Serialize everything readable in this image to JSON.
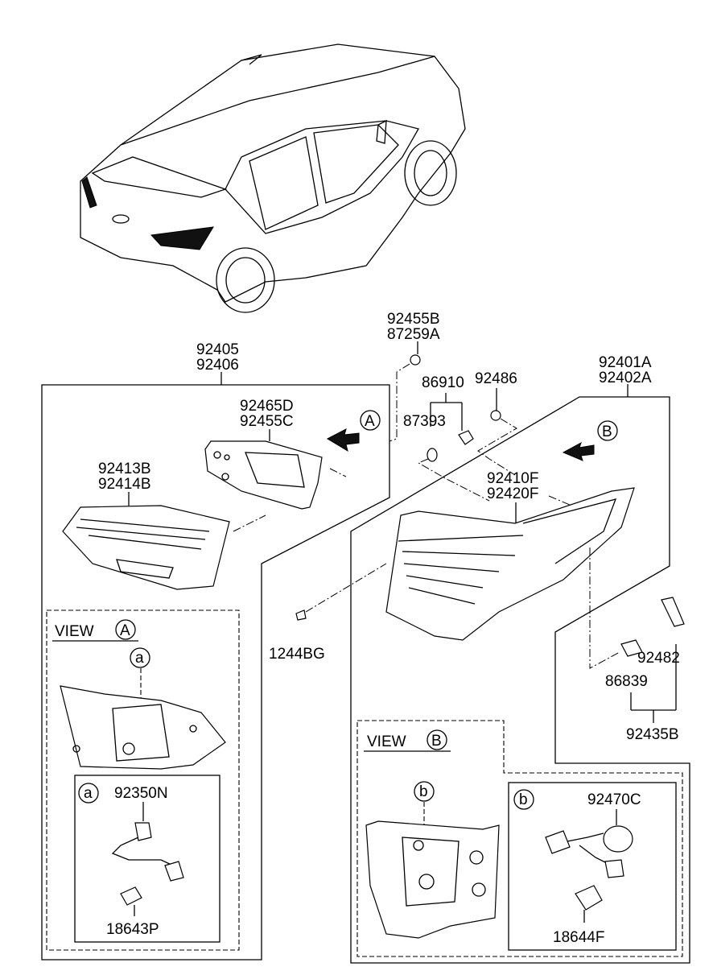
{
  "labels": {
    "p92405": "92405",
    "p92406": "92406",
    "p92455B": "92455B",
    "p87259A": "87259A",
    "p86910": "86910",
    "p92486": "92486",
    "p87393": "87393",
    "p92401A": "92401A",
    "p92402A": "92402A",
    "p92465D": "92465D",
    "p92455C": "92455C",
    "p92413B": "92413B",
    "p92414B": "92414B",
    "p92410F": "92410F",
    "p92420F": "92420F",
    "p1244BG": "1244BG",
    "p92482": "92482",
    "p86839": "86839",
    "p92435B": "92435B",
    "p92350N": "92350N",
    "p18643P": "18643P",
    "p92470C": "92470C",
    "p18644F": "18644F"
  },
  "views": {
    "view_word": "VIEW",
    "A": "A",
    "B": "B",
    "a": "a",
    "b": "b"
  }
}
